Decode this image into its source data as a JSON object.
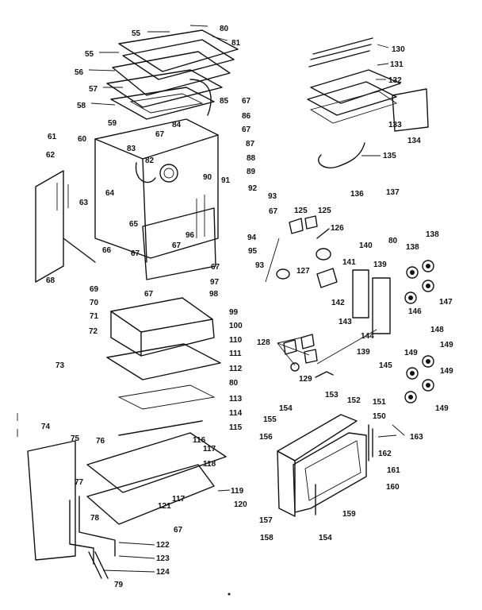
{
  "callouts": [
    {
      "id": "c55a",
      "text": "55"
    },
    {
      "id": "c80a",
      "text": "80"
    },
    {
      "id": "c81",
      "text": "81"
    },
    {
      "id": "c55b",
      "text": "55"
    },
    {
      "id": "c56",
      "text": "56"
    },
    {
      "id": "c57",
      "text": "57"
    },
    {
      "id": "c58",
      "text": "58"
    },
    {
      "id": "c59",
      "text": "59"
    },
    {
      "id": "c85",
      "text": "85"
    },
    {
      "id": "c67a",
      "text": "67"
    },
    {
      "id": "c86",
      "text": "86"
    },
    {
      "id": "c67b",
      "text": "67"
    },
    {
      "id": "c84",
      "text": "84"
    },
    {
      "id": "c67c",
      "text": "67"
    },
    {
      "id": "c87",
      "text": "87"
    },
    {
      "id": "c61",
      "text": "61"
    },
    {
      "id": "c60",
      "text": "60"
    },
    {
      "id": "c83",
      "text": "83"
    },
    {
      "id": "c82",
      "text": "82"
    },
    {
      "id": "c88",
      "text": "88"
    },
    {
      "id": "c89",
      "text": "89"
    },
    {
      "id": "c62",
      "text": "62"
    },
    {
      "id": "c90",
      "text": "90"
    },
    {
      "id": "c91",
      "text": "91"
    },
    {
      "id": "c92",
      "text": "92"
    },
    {
      "id": "c93a",
      "text": "93"
    },
    {
      "id": "c64",
      "text": "64"
    },
    {
      "id": "c63",
      "text": "63"
    },
    {
      "id": "c67d",
      "text": "67"
    },
    {
      "id": "c65",
      "text": "65"
    },
    {
      "id": "c96",
      "text": "96"
    },
    {
      "id": "c94",
      "text": "94"
    },
    {
      "id": "c66",
      "text": "66"
    },
    {
      "id": "c67e",
      "text": "67"
    },
    {
      "id": "c67f",
      "text": "67"
    },
    {
      "id": "c95",
      "text": "95"
    },
    {
      "id": "c67g",
      "text": "67"
    },
    {
      "id": "c93b",
      "text": "93"
    },
    {
      "id": "c68",
      "text": "68"
    },
    {
      "id": "c97",
      "text": "97"
    },
    {
      "id": "c69",
      "text": "69"
    },
    {
      "id": "c67h",
      "text": "67"
    },
    {
      "id": "c98",
      "text": "98"
    },
    {
      "id": "c70",
      "text": "70"
    },
    {
      "id": "c99",
      "text": "99"
    },
    {
      "id": "c71",
      "text": "71"
    },
    {
      "id": "c100",
      "text": "100"
    },
    {
      "id": "c72",
      "text": "72"
    },
    {
      "id": "c110",
      "text": "110"
    },
    {
      "id": "c73",
      "text": "73"
    },
    {
      "id": "c111",
      "text": "111"
    },
    {
      "id": "c112",
      "text": "112"
    },
    {
      "id": "c80b",
      "text": "80"
    },
    {
      "id": "c113",
      "text": "113"
    },
    {
      "id": "c114",
      "text": "114"
    },
    {
      "id": "c115",
      "text": "115"
    },
    {
      "id": "c74",
      "text": "74"
    },
    {
      "id": "c75",
      "text": "75"
    },
    {
      "id": "c76",
      "text": "76"
    },
    {
      "id": "c116",
      "text": "116"
    },
    {
      "id": "c117a",
      "text": "117"
    },
    {
      "id": "c118",
      "text": "118"
    },
    {
      "id": "c77",
      "text": "77"
    },
    {
      "id": "c119",
      "text": "119"
    },
    {
      "id": "c117b",
      "text": "117"
    },
    {
      "id": "c121",
      "text": "121"
    },
    {
      "id": "c120",
      "text": "120"
    },
    {
      "id": "c78",
      "text": "78"
    },
    {
      "id": "c67i",
      "text": "67"
    },
    {
      "id": "c122",
      "text": "122"
    },
    {
      "id": "c123",
      "text": "123"
    },
    {
      "id": "c124",
      "text": "124"
    },
    {
      "id": "c79",
      "text": "79"
    },
    {
      "id": "c130",
      "text": "130"
    },
    {
      "id": "c131",
      "text": "131"
    },
    {
      "id": "c132",
      "text": "132"
    },
    {
      "id": "c133",
      "text": "133"
    },
    {
      "id": "c134",
      "text": "134"
    },
    {
      "id": "c135",
      "text": "135"
    },
    {
      "id": "c136",
      "text": "136"
    },
    {
      "id": "c137",
      "text": "137"
    },
    {
      "id": "c125a",
      "text": "125"
    },
    {
      "id": "c125b",
      "text": "125"
    },
    {
      "id": "c126",
      "text": "126"
    },
    {
      "id": "c127",
      "text": "127"
    },
    {
      "id": "c140",
      "text": "140"
    },
    {
      "id": "c80c",
      "text": "80"
    },
    {
      "id": "c138a",
      "text": "138"
    },
    {
      "id": "c138b",
      "text": "138"
    },
    {
      "id": "c141",
      "text": "141"
    },
    {
      "id": "c139a",
      "text": "139"
    },
    {
      "id": "c146",
      "text": "146"
    },
    {
      "id": "c147",
      "text": "147"
    },
    {
      "id": "c142",
      "text": "142"
    },
    {
      "id": "c143",
      "text": "143"
    },
    {
      "id": "c144",
      "text": "144"
    },
    {
      "id": "c148",
      "text": "148"
    },
    {
      "id": "c128",
      "text": "128"
    },
    {
      "id": "c139b",
      "text": "139"
    },
    {
      "id": "c145",
      "text": "145"
    },
    {
      "id": "c149a",
      "text": "149"
    },
    {
      "id": "c149b",
      "text": "149"
    },
    {
      "id": "c149c",
      "text": "149"
    },
    {
      "id": "c129",
      "text": "129"
    },
    {
      "id": "c149d",
      "text": "149"
    },
    {
      "id": "c153",
      "text": "153"
    },
    {
      "id": "c152",
      "text": "152"
    },
    {
      "id": "c151",
      "text": "151"
    },
    {
      "id": "c154a",
      "text": "154"
    },
    {
      "id": "c150",
      "text": "150"
    },
    {
      "id": "c155",
      "text": "155"
    },
    {
      "id": "c163",
      "text": "163"
    },
    {
      "id": "c156",
      "text": "156"
    },
    {
      "id": "c162",
      "text": "162"
    },
    {
      "id": "c161",
      "text": "161"
    },
    {
      "id": "c160",
      "text": "160"
    },
    {
      "id": "c159",
      "text": "159"
    },
    {
      "id": "c157",
      "text": "157"
    },
    {
      "id": "c158",
      "text": "158"
    },
    {
      "id": "c154b",
      "text": "154"
    }
  ]
}
